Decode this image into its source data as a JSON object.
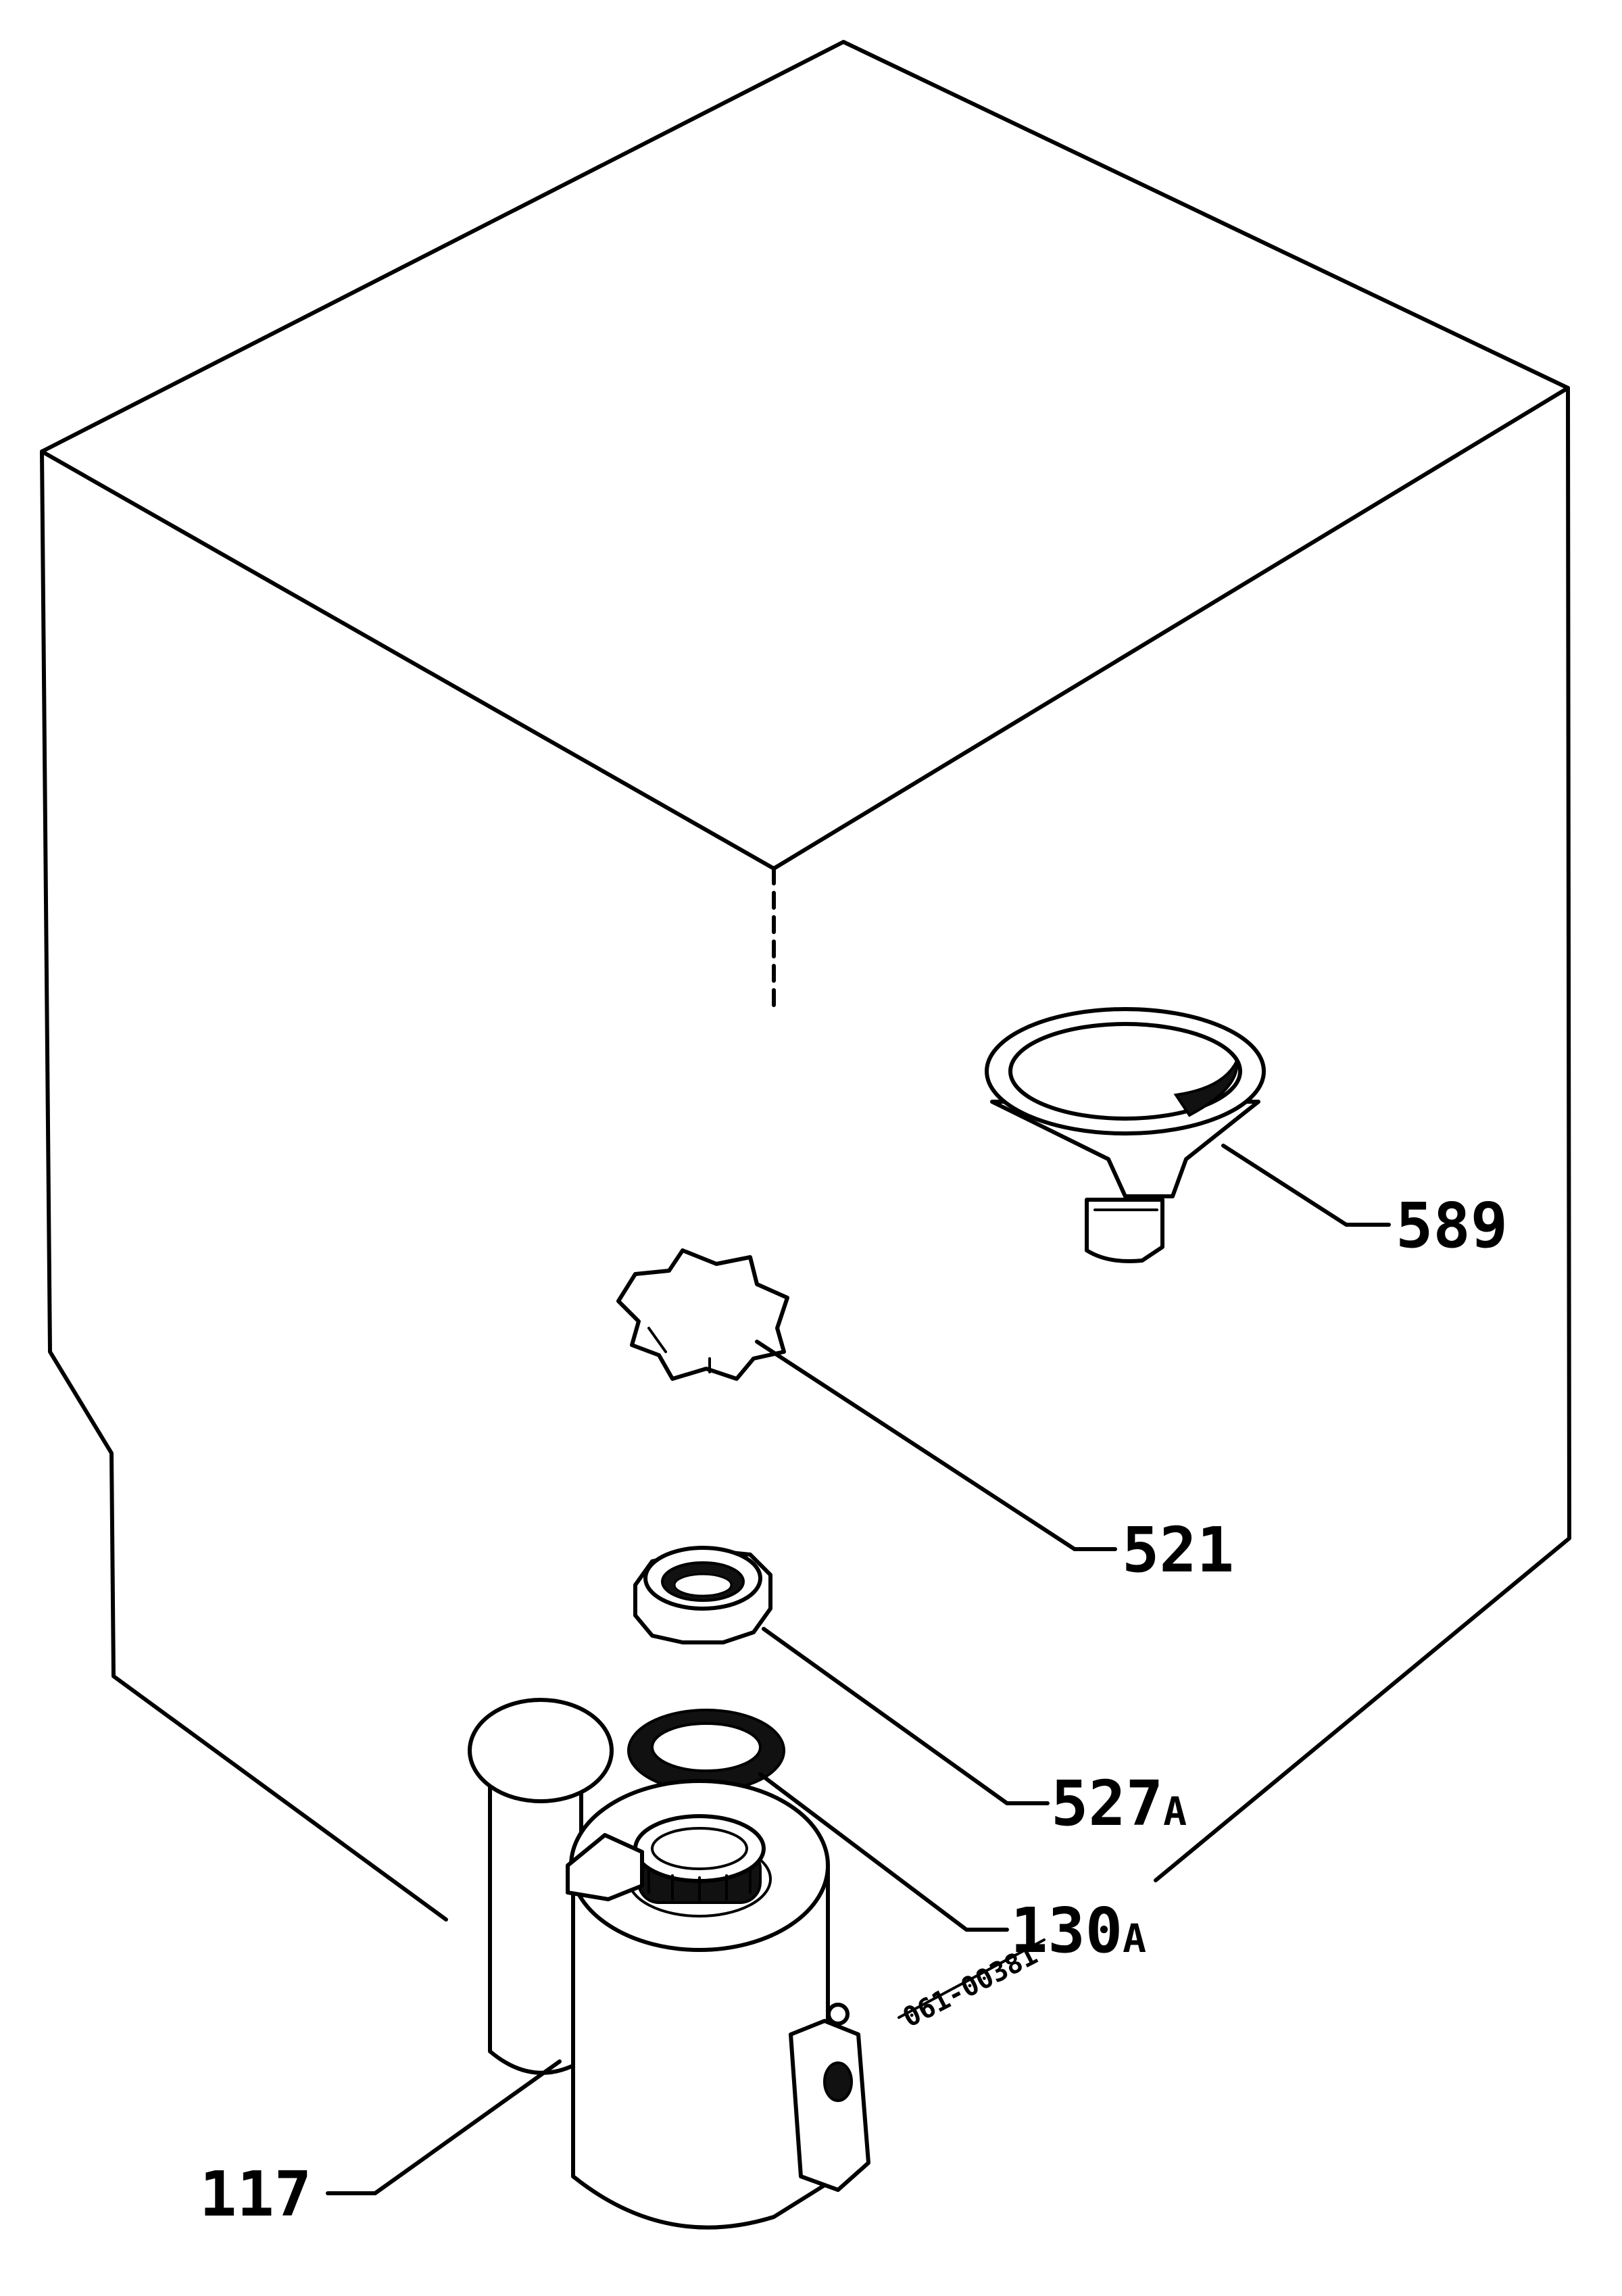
{
  "callouts": {
    "p589": "589",
    "p521": "521",
    "p527a_num": "527",
    "p527a_suffix": "A",
    "p130a_num": "130",
    "p130a_suffix": "A",
    "p117": "117"
  },
  "drawing_code": "061-00381"
}
